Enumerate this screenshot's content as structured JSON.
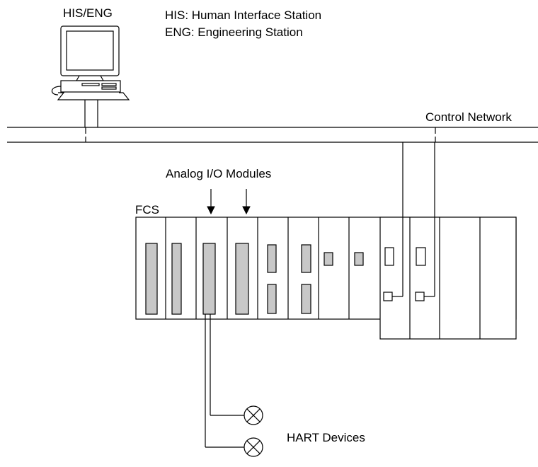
{
  "labels": {
    "his_eng": "HIS/ENG",
    "legend_his": "HIS: Human Interface Station",
    "legend_eng": "ENG: Engineering Station",
    "control_network": "Control Network",
    "analog_io_modules": "Analog I/O Modules",
    "fcs": "FCS",
    "hart_devices": "HART Devices"
  }
}
